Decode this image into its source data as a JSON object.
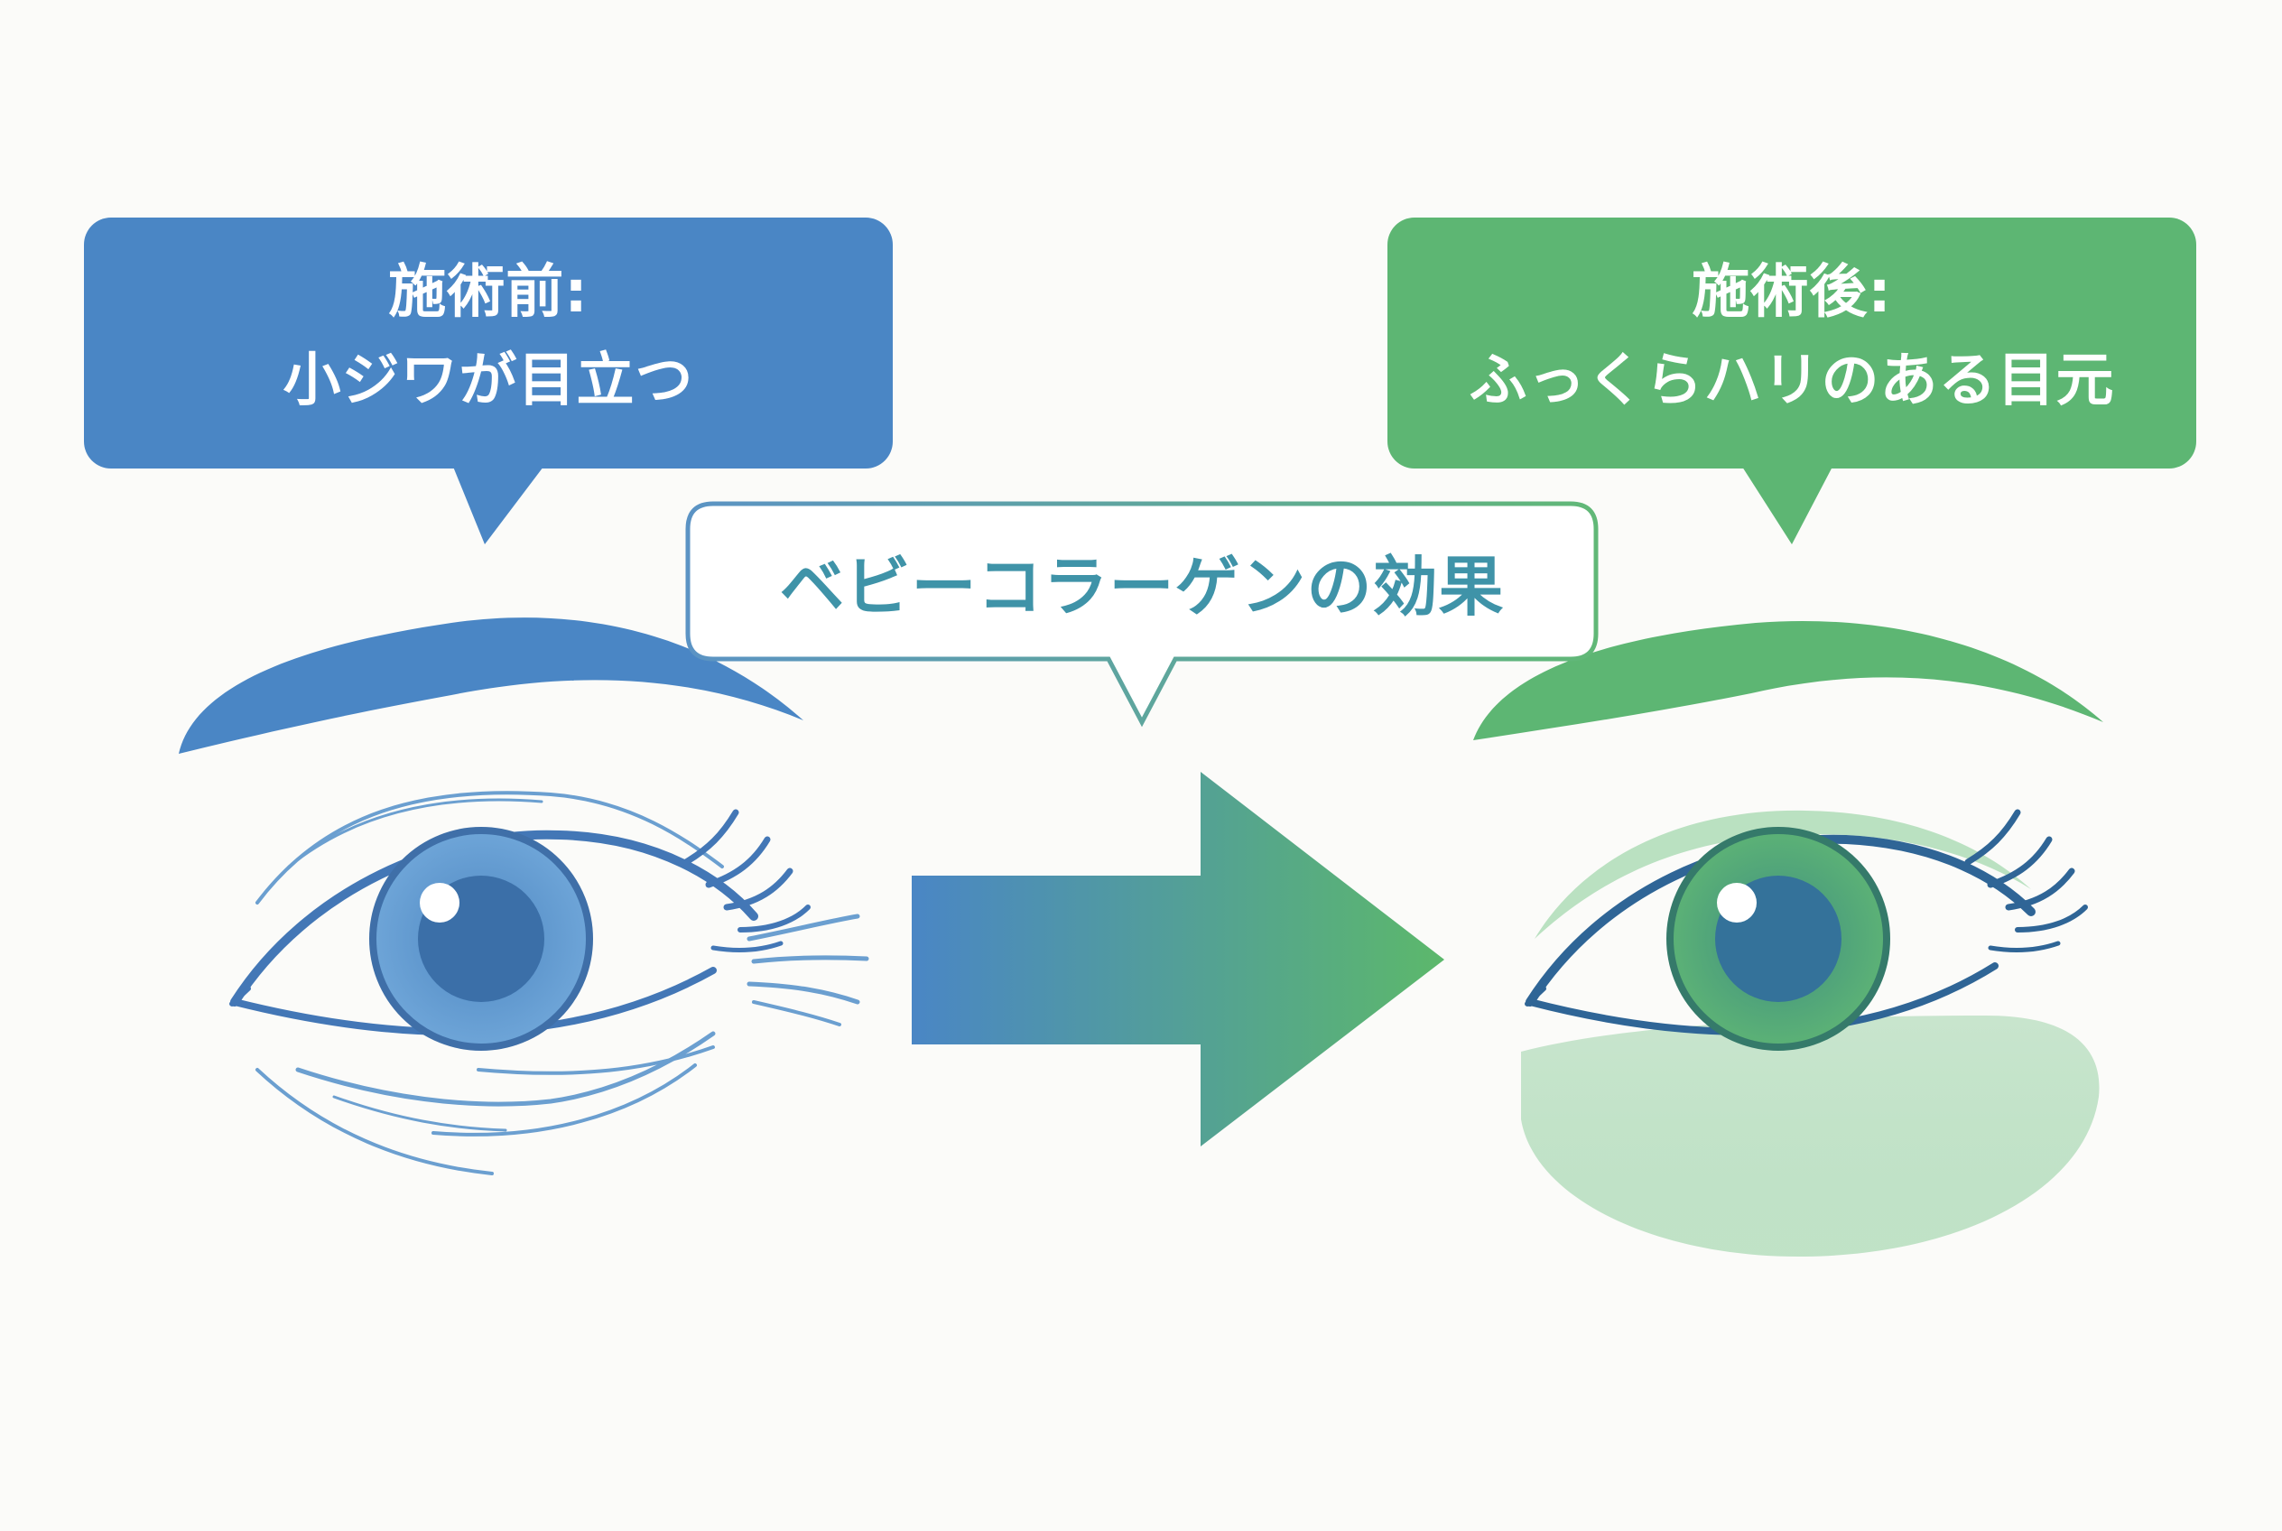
{
  "before": {
    "title": "施術前:",
    "caption": "小ジワが目立つ"
  },
  "after": {
    "title": "施術後:",
    "caption": "ふっくらハリのある目元"
  },
  "center_label": "ベビーコラーゲンの効果",
  "colors": {
    "before_blue": "#4a86c5",
    "after_green": "#5db673",
    "label_text": "#3f93a8",
    "background": "#fbfbf9"
  }
}
